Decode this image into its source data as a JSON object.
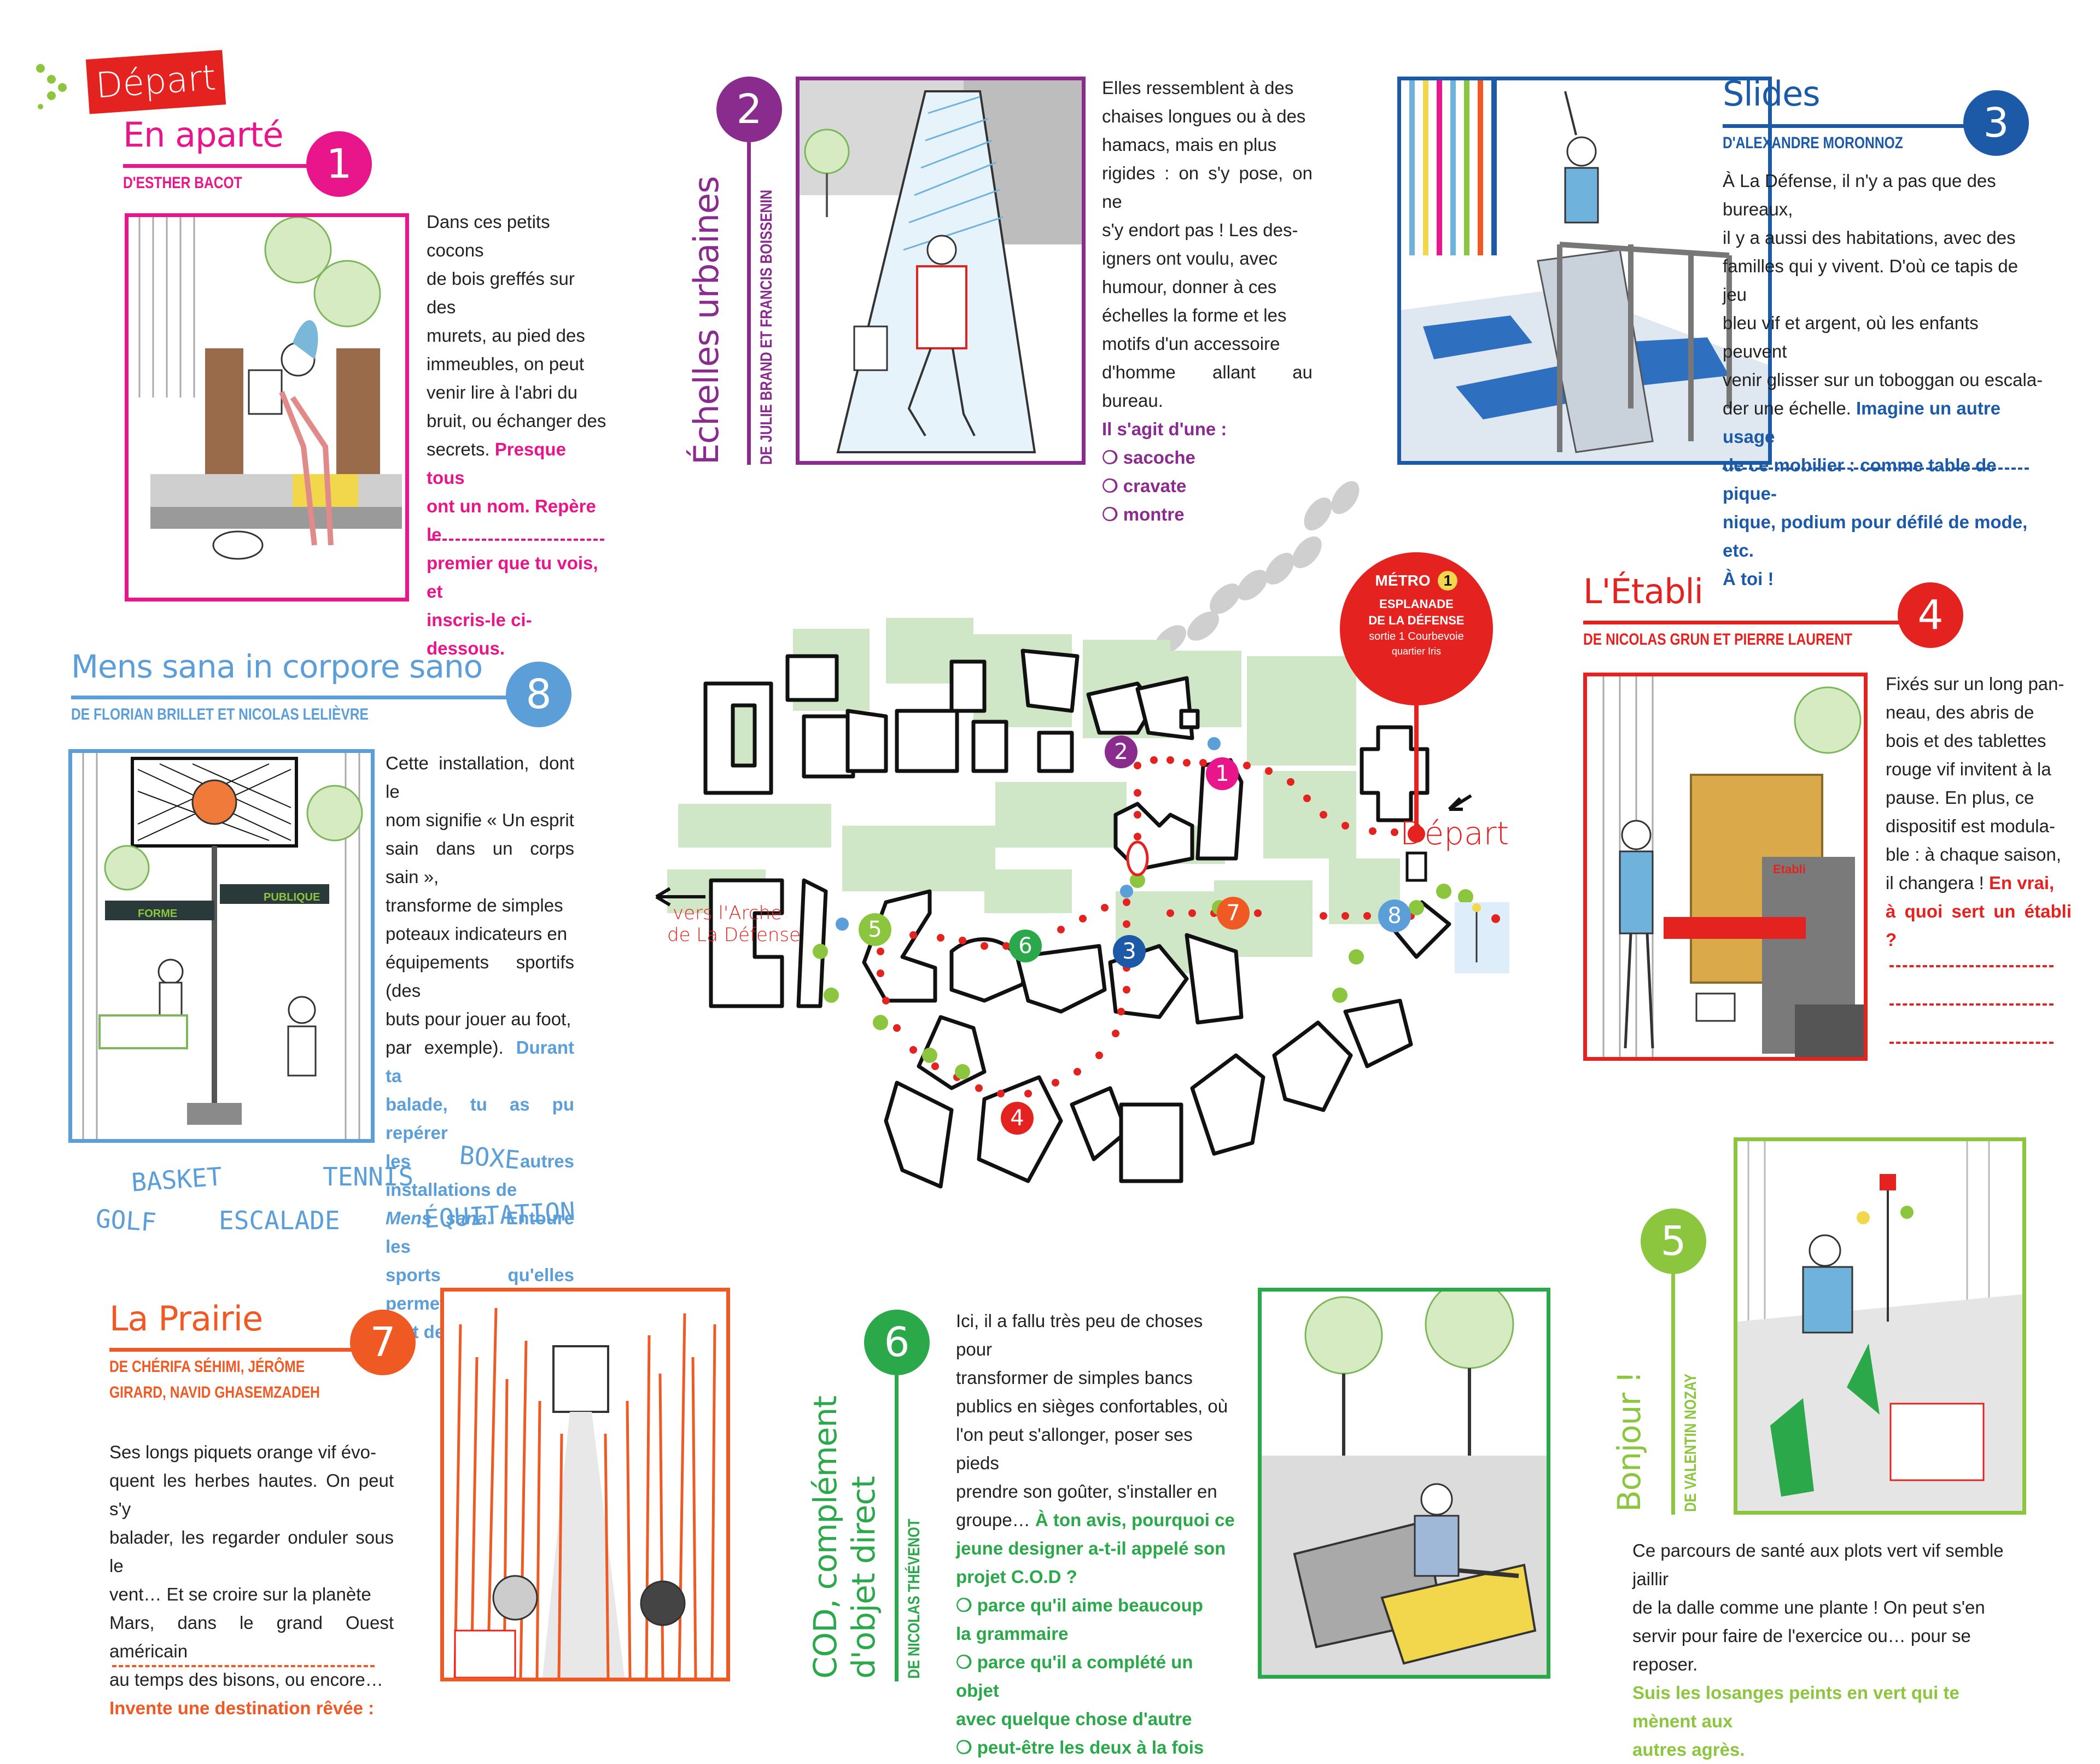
{
  "colors": {
    "pink": "#e8168a",
    "purple": "#8a2b8e",
    "blue": "#1c5aa8",
    "red": "#e42320",
    "lightblue": "#5b9ed8",
    "green": "#2aa84a",
    "orange": "#ef5a24",
    "lime": "#8cc63f",
    "mapgreen": "#cfe7c6"
  },
  "start": {
    "label": "Départ"
  },
  "s1": {
    "number": "1",
    "title": "En aparté",
    "author": "D'ESTHER BACOT",
    "lines": [
      "Dans ces petits cocons",
      "de bois greffés sur des",
      "murets, au pied des",
      "immeubles, on peut",
      "venir lire à l'abri du",
      "bruit, ou échanger des"
    ],
    "line_mixed_plain": "secrets.",
    "line_mixed_q": " Presque tous",
    "q_lines": [
      "ont un nom. Repère le",
      "premier que tu vois, et",
      "inscris-le ci-dessous."
    ]
  },
  "s2": {
    "number": "2",
    "title": "Échelles urbaines",
    "author": "DE JULIE BRAND ET FRANCIS BOISSENIN",
    "lines": [
      "Elles ressemblent à des",
      "chaises longues ou à des",
      "hamacs, mais en plus",
      "rigides : on s'y pose, on ne",
      "s'y endort pas ! Les des-",
      "igners ont voulu, avec",
      "humour, donner à ces",
      "échelles la forme et les",
      "motifs d'un accessoire",
      "d'homme allant au bureau."
    ],
    "question": "Il s'agit d'une :",
    "options": [
      "❍ sacoche",
      "❍ cravate",
      "❍ montre"
    ]
  },
  "s3": {
    "number": "3",
    "title": "Slides",
    "author": "D'ALEXANDRE MORONNOZ",
    "lines": [
      "À La Défense, il n'y a pas que des bureaux,",
      "il y a aussi des habitations, avec des",
      "familles qui y vivent. D'où ce tapis de jeu",
      "bleu vif et argent, où les enfants peuvent",
      "venir glisser sur un toboggan ou escala-"
    ],
    "line_mixed_plain": "der une échelle.",
    "line_mixed_q": " Imagine un autre usage",
    "q_lines": [
      "de ce mobilier : comme table de pique-",
      "nique, podium pour défilé de mode, etc.",
      "À toi !"
    ]
  },
  "s4": {
    "number": "4",
    "title": "L'Établi",
    "author": "DE NICOLAS GRUN ET PIERRE LAURENT",
    "sign": "Etabli",
    "lines": [
      "Fixés sur un long pan-",
      "neau, des abris de",
      "bois et des tablettes",
      "rouge vif invitent à la",
      "pause. En plus, ce",
      "dispositif est modula-",
      "ble : à chaque saison,"
    ],
    "line_mixed_plain": "il changera !",
    "line_mixed_q": " En vrai,",
    "q_lines": [
      "à quoi sert un établi ?"
    ]
  },
  "s5": {
    "number": "5",
    "title": "Bonjour !",
    "author": "DE VALENTIN NOZAY",
    "lines": [
      "Ce parcours de santé aux plots vert vif semble jaillir",
      "de la dalle comme une plante ! On peut s'en",
      "servir pour faire de l'exercice ou… pour se reposer."
    ],
    "q_lines": [
      "Suis les losanges peints en vert qui te mènent aux",
      "autres agrès."
    ]
  },
  "s6": {
    "number": "6",
    "title_line1": "COD, complément",
    "title_line2": "d'objet direct",
    "author": "DE NICOLAS THÉVENOT",
    "lines": [
      "Ici, il a fallu très peu de choses pour",
      "transformer de simples bancs",
      "publics en sièges confortables, où",
      "l'on peut s'allonger, poser ses pieds",
      "prendre son goûter, s'installer en"
    ],
    "line_mixed_plain": "groupe…",
    "line_mixed_q": " À ton avis, pourquoi ce",
    "q_lines": [
      "jeune designer a-t-il appelé son",
      "projet C.O.D ?",
      "❍ parce qu'il aime beaucoup",
      "la grammaire",
      "❍ parce qu'il a complété un objet",
      "avec quelque chose d'autre",
      "❍ peut-être les deux à la fois"
    ]
  },
  "s7": {
    "number": "7",
    "title": "La Prairie",
    "author_line1": "DE CHÉRIFA SÉHIMI, JÉRÔME",
    "author_line2": "GIRARD, NAVID GHASEMZADEH",
    "lines": [
      "Ses longs piquets orange vif évo-",
      "quent les herbes hautes. On peut s'y",
      "balader, les regarder onduler sous le",
      "vent… Et se croire sur la planète",
      "Mars, dans le grand Ouest américain",
      "au temps des bisons, ou encore…"
    ],
    "q_lines": [
      "Invente une destination rêvée :"
    ]
  },
  "s8": {
    "number": "8",
    "title": "Mens sana in corpore sano",
    "author": "DE FLORIAN BRILLET ET NICOLAS LELIÈVRE",
    "sign_left": "FORME",
    "sign_right": "PUBLIQUE",
    "lines": [
      "Cette installation, dont le",
      "nom signifie « Un esprit",
      "sain dans un corps sain »,",
      "transforme de simples",
      "poteaux indicateurs en",
      "équipements sportifs (des",
      "buts pour jouer au foot,"
    ],
    "line_mixed_plain": "par exemple).",
    "line_mixed_q": " Durant ta",
    "q_lines": [
      "balade, tu as pu repérer",
      "les autres installations de"
    ],
    "q_italic": "Mens sana",
    "q_after_italic": ". Entoure les",
    "q_lines2": [
      "sports qu'elles permet-",
      "tent de pratiquer :"
    ],
    "sports": [
      "BASKET",
      "TENNIS",
      "BOXE",
      "GOLF",
      "ESCALADE",
      "ÉQUITATION"
    ]
  },
  "map": {
    "metro_label": "MÉTRO",
    "metro_line": "1",
    "station_line1": "ESPLANADE",
    "station_line2": "DE LA DÉFENSE",
    "station_line3": "sortie 1 Courbevoie",
    "station_line4": "quartier Iris",
    "depart": "Départ",
    "arche_line1": "vers l'Arche",
    "arche_line2": "de La Défense",
    "numbers": [
      "1",
      "2",
      "3",
      "4",
      "5",
      "6",
      "7",
      "8"
    ]
  }
}
